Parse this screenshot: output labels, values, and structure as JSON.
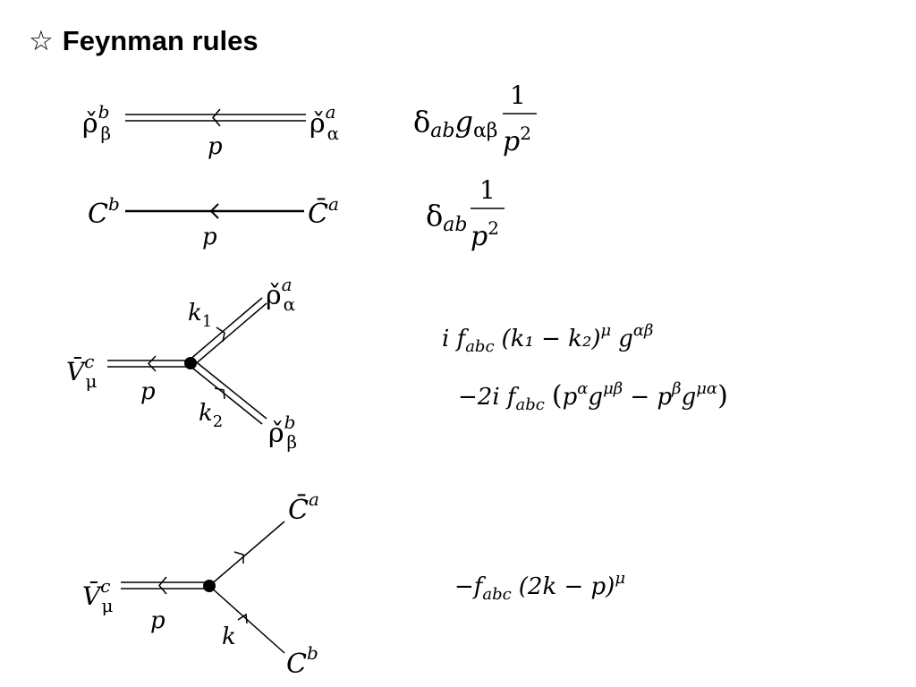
{
  "title": {
    "icon": "star-icon",
    "text": "Feynman rules"
  },
  "rules": [
    {
      "kind": "propagator",
      "line_style": "double",
      "left_field": {
        "base": "ρ̌",
        "sup": "b",
        "sub": "β"
      },
      "right_field": {
        "base": "ρ̌",
        "sup": "a",
        "sub": "α"
      },
      "momentum": "p",
      "expression": {
        "prefix": "δ",
        "prefix_sub": "ab",
        "factor": "g",
        "factor_sub": "αβ",
        "numerator": "1",
        "denominator": "p",
        "denominator_sup": "2"
      }
    },
    {
      "kind": "propagator",
      "line_style": "single-thick",
      "left_field": {
        "base": "C",
        "sup": "b"
      },
      "right_field": {
        "base": "C̄",
        "sup": "a"
      },
      "momentum": "p",
      "expression": {
        "prefix": "δ",
        "prefix_sub": "ab",
        "numerator": "1",
        "denominator": "p",
        "denominator_sup": "2"
      }
    },
    {
      "kind": "vertex",
      "incoming": {
        "base": "V̄",
        "sup": "c",
        "sub": "μ",
        "momentum": "p"
      },
      "upper": {
        "base": "ρ̌",
        "sup": "a",
        "sub": "α",
        "momentum": "k",
        "momentum_sub": "1"
      },
      "lower": {
        "base": "ρ̌",
        "sup": "b",
        "sub": "β",
        "momentum": "k",
        "momentum_sub": "2"
      },
      "expression_line1": {
        "lead": "i f",
        "lead_sub": "abc",
        "paren": "(k₁ − k₂)",
        "paren_sup": "μ",
        "tail": "g",
        "tail_sup": "αβ"
      },
      "expression_line2": {
        "lead": "−2i f",
        "lead_sub": "abc",
        "open": "(",
        "a": "p",
        "a_sup": "α",
        "b": "g",
        "b_sup": "μβ",
        "minus": " − ",
        "c": "p",
        "c_sup": "β",
        "d": "g",
        "d_sup": "μα",
        "close": ")"
      }
    },
    {
      "kind": "vertex",
      "incoming": {
        "base": "V̄",
        "sup": "c",
        "sub": "μ",
        "momentum": "p"
      },
      "upper": {
        "base": "C̄",
        "sup": "a"
      },
      "lower": {
        "base": "C",
        "sup": "b",
        "momentum": "k"
      },
      "expression": {
        "lead": "−f",
        "lead_sub": "abc",
        "paren": "(2k − p)",
        "paren_sup": "μ"
      }
    }
  ]
}
